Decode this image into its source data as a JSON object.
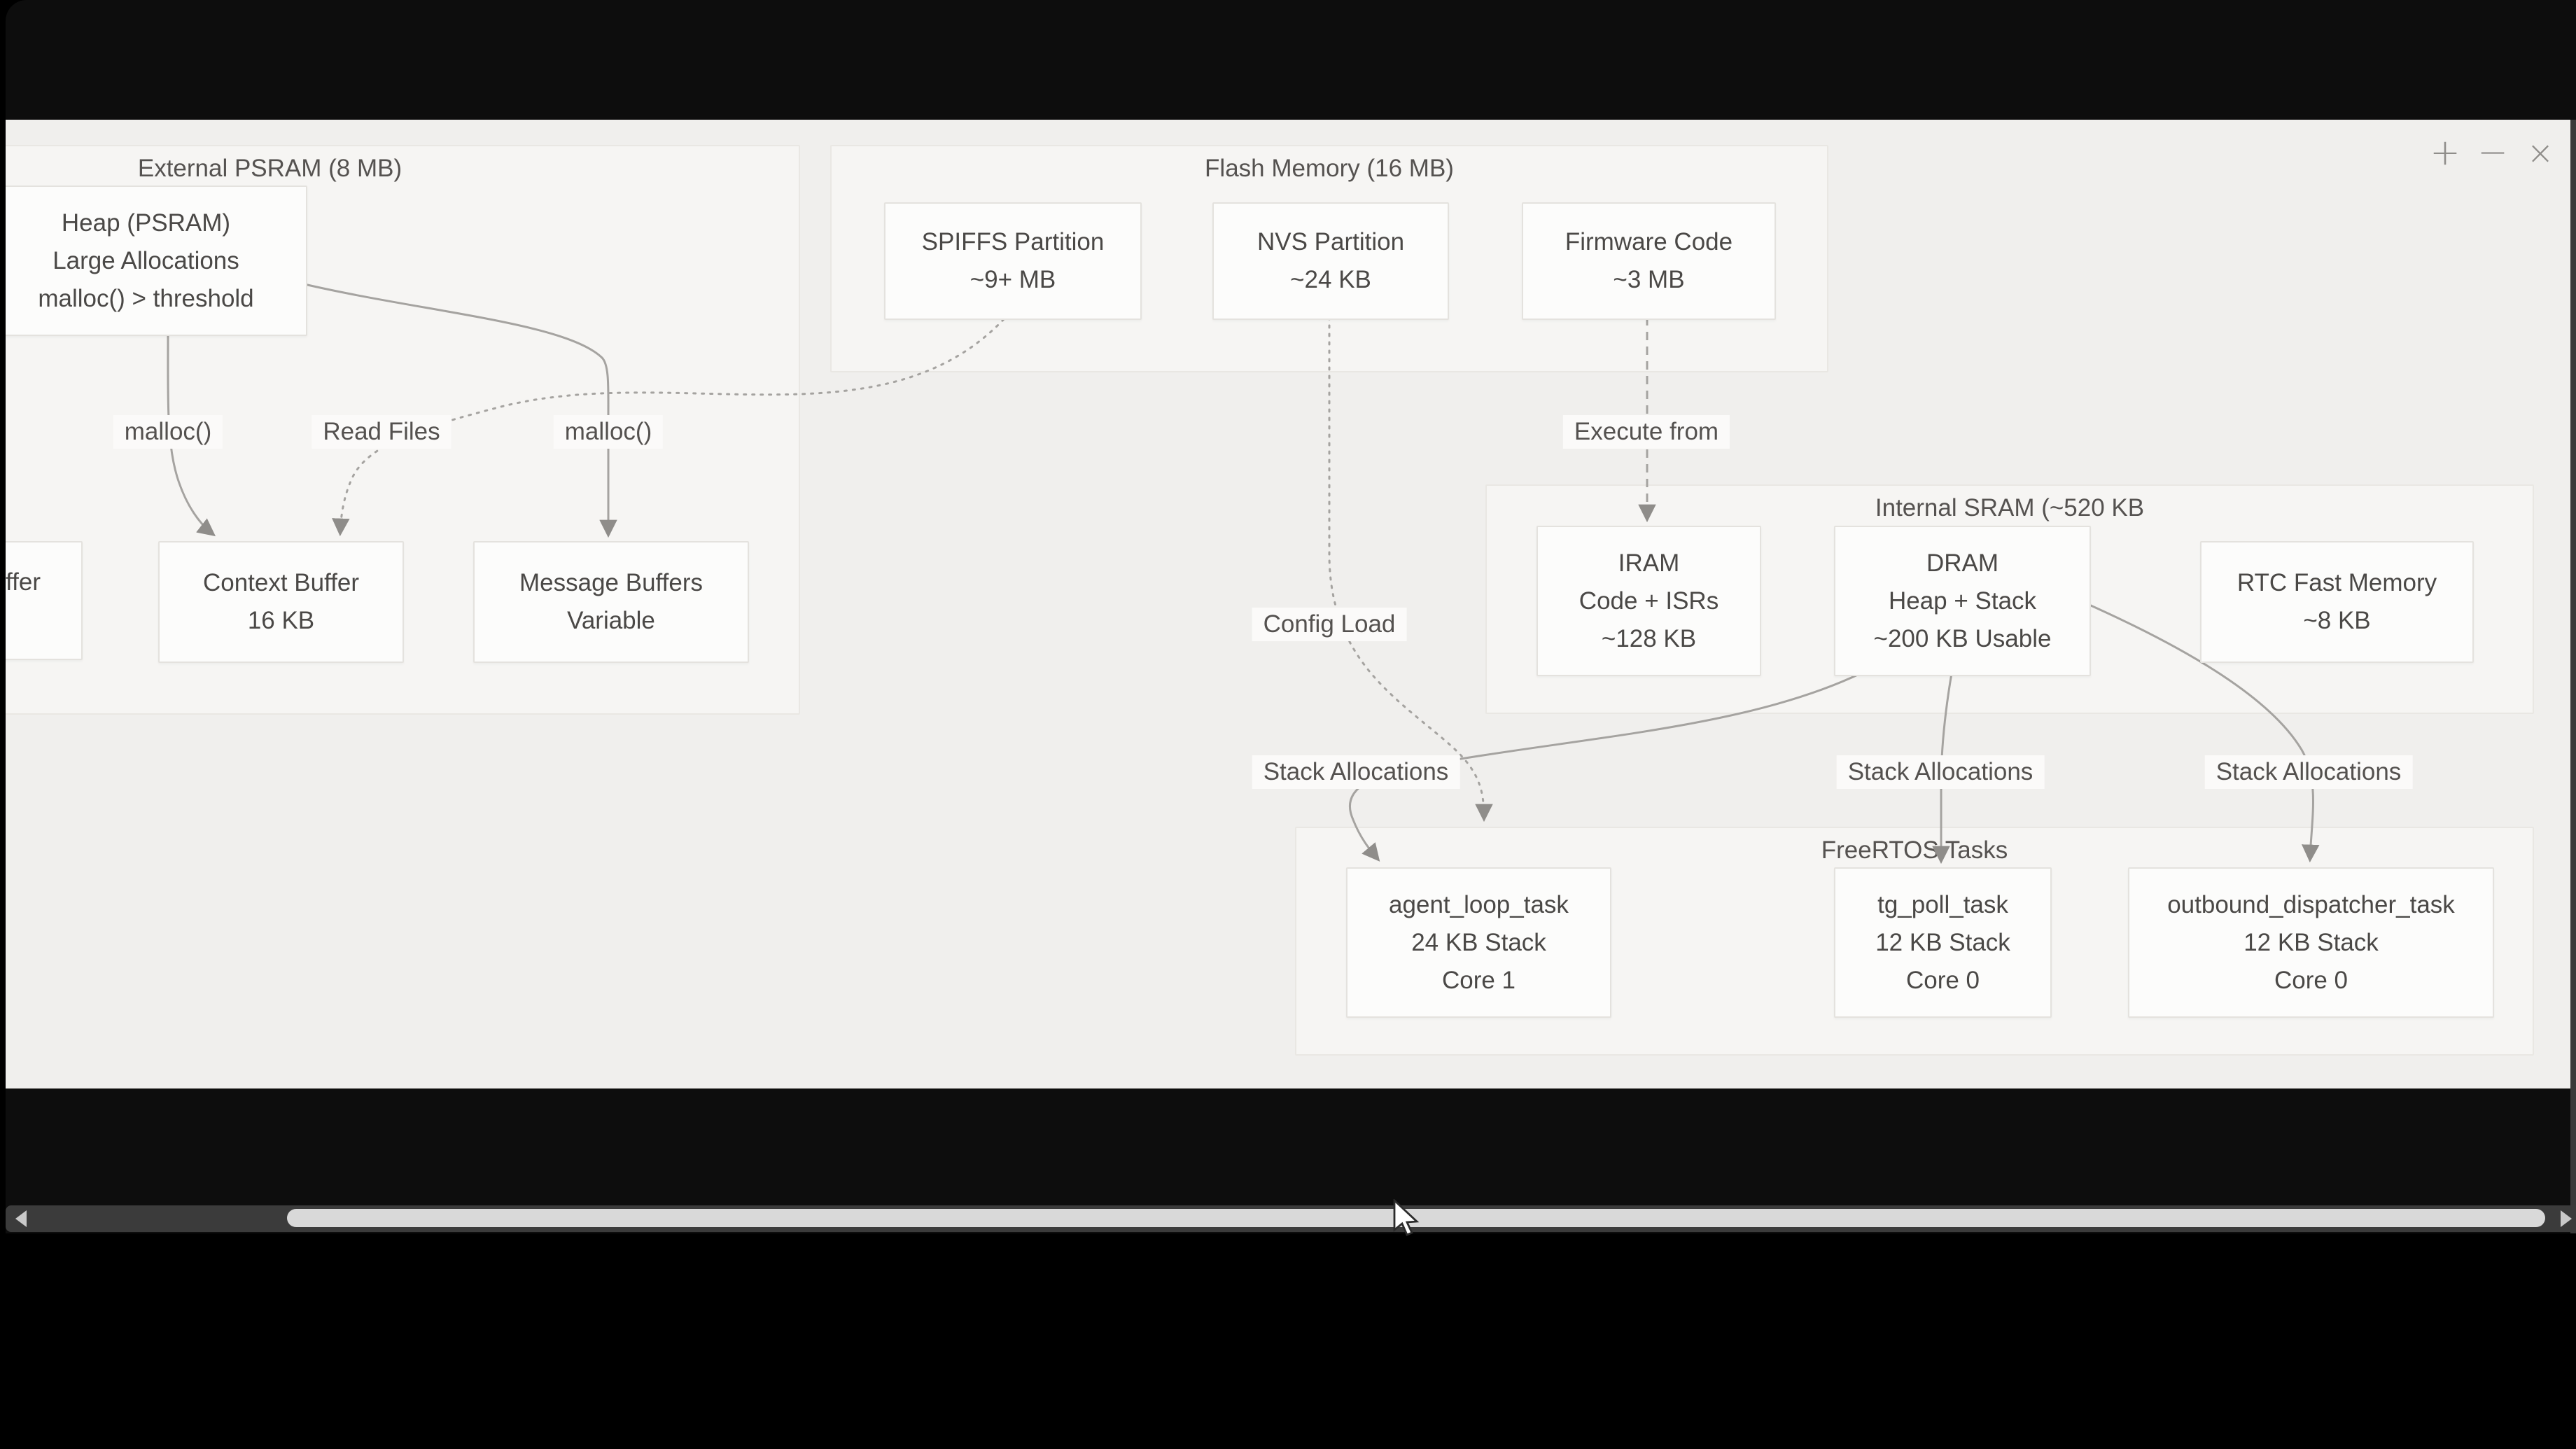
{
  "window": {
    "controls": {
      "zoom_in": "+",
      "zoom_out": "−",
      "close": "×"
    }
  },
  "diagram": {
    "groups": {
      "psram": {
        "title": "External PSRAM (8 MB)"
      },
      "flash": {
        "title": "Flash Memory (16 MB)"
      },
      "sram": {
        "title": "Internal SRAM (~520 KB"
      },
      "tasks": {
        "title": "FreeRTOS Tasks"
      }
    },
    "nodes": {
      "heap_psram": {
        "lines": [
          "Heap (PSRAM)",
          "Large Allocations",
          "malloc() > threshold"
        ]
      },
      "cut_buffer": {
        "lines": [
          "ffer"
        ]
      },
      "context_buffer": {
        "lines": [
          "Context Buffer",
          "16 KB"
        ]
      },
      "message_buffers": {
        "lines": [
          "Message Buffers",
          "Variable"
        ]
      },
      "spiffs": {
        "lines": [
          "SPIFFS Partition",
          "~9+ MB"
        ]
      },
      "nvs": {
        "lines": [
          "NVS Partition",
          "~24 KB"
        ]
      },
      "firmware": {
        "lines": [
          "Firmware Code",
          "~3 MB"
        ]
      },
      "iram": {
        "lines": [
          "IRAM",
          "Code + ISRs",
          "~128 KB"
        ]
      },
      "dram": {
        "lines": [
          "DRAM",
          "Heap + Stack",
          "~200 KB Usable"
        ]
      },
      "rtc": {
        "lines": [
          "RTC Fast Memory",
          "~8 KB"
        ]
      },
      "agent_loop": {
        "lines": [
          "agent_loop_task",
          "24 KB Stack",
          "Core 1"
        ]
      },
      "tg_poll": {
        "lines": [
          "tg_poll_task",
          "12 KB Stack",
          "Core 0"
        ]
      },
      "outbound": {
        "lines": [
          "outbound_dispatcher_task",
          "12 KB Stack",
          "Core 0"
        ]
      }
    },
    "edges": {
      "malloc_left": "malloc()",
      "read_files": "Read Files",
      "malloc_right": "malloc()",
      "execute_from": "Execute from",
      "config_load": "Config Load",
      "stack_alloc_1": "Stack Allocations",
      "stack_alloc_2": "Stack Allocations",
      "stack_alloc_3": "Stack Allocations"
    },
    "colors": {
      "canvas_bg": "#f0efed",
      "group_bg": "#f6f5f3",
      "node_bg": "#fcfcfb",
      "edge_stroke": "#a5a3a0",
      "text": "#4a4846",
      "scroll_track": "#3b3b3b",
      "scroll_thumb": "#d9d9d9"
    }
  }
}
